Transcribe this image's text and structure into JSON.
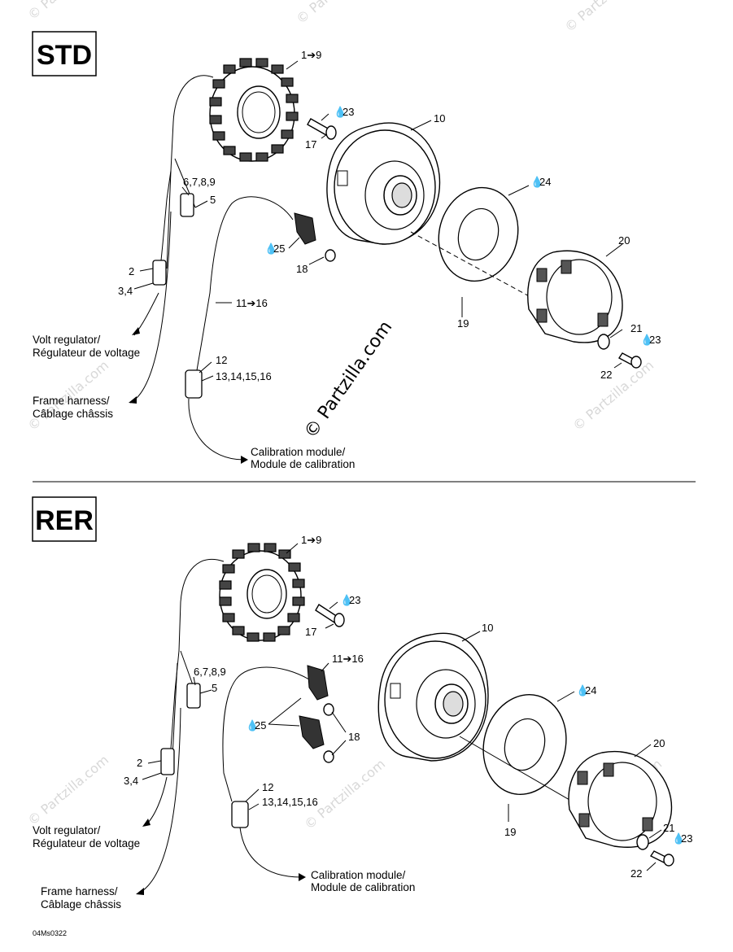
{
  "watermark": "© Partzilla.com",
  "diagram_code": "04Ms0322",
  "sections": {
    "std": {
      "title": "STD",
      "labels": {
        "stator": "1➔9",
        "bolt17_oil": "23",
        "bolt17": "17",
        "rotor": "10",
        "connector_a": "6,7,8,9",
        "connector_b": "5",
        "washer_oil": "24",
        "trigger_oil": "25",
        "screw18": "18",
        "ring": "20",
        "harness_a": "2",
        "harness_b": "3,4",
        "wire_harness": "11➔16",
        "washer19": "19",
        "washer21": "21",
        "bolt22_oil": "23",
        "bolt22": "22",
        "plug_a": "12",
        "plug_b": "13,14,15,16"
      },
      "volt_regulator": [
        "Volt regulator/",
        "Régulateur de voltage"
      ],
      "frame_harness": [
        "Frame harness/",
        "Câblage châssis"
      ],
      "calibration": [
        "Calibration module/",
        "Module de calibration"
      ]
    },
    "rer": {
      "title": "RER",
      "labels": {
        "stator": "1➔9",
        "bolt17_oil": "23",
        "bolt17": "17",
        "rotor": "10",
        "wire_harness": "11➔16",
        "connector_a": "6,7,8,9",
        "connector_b": "5",
        "washer_oil": "24",
        "trigger_oil": "25",
        "screw18": "18",
        "ring": "20",
        "harness_a": "2",
        "harness_b": "3,4",
        "plug_a": "12",
        "plug_b": "13,14,15,16",
        "washer19": "19",
        "washer21": "21",
        "bolt22_oil": "23",
        "bolt22": "22"
      },
      "volt_regulator": [
        "Volt regulator/",
        "Régulateur de voltage"
      ],
      "frame_harness": [
        "Frame harness/",
        "Câblage châssis"
      ],
      "calibration": [
        "Calibration module/",
        "Module de calibration"
      ]
    }
  }
}
